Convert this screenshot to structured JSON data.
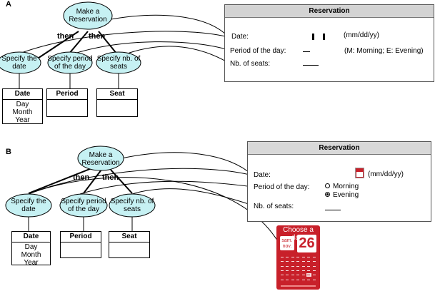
{
  "colors": {
    "ellipse_fill": "#c6f1f3",
    "panel_title_bg": "#d3d3d3",
    "calendar_red": "#c8202a"
  },
  "panelA": {
    "label": "A",
    "root": {
      "line1": "Make a",
      "line2": "Reservation"
    },
    "then_left": "then",
    "then_right": "then",
    "tasks": [
      {
        "line1": "Specify the",
        "line2": "date"
      },
      {
        "line1": "Specify period",
        "line2": "of the day"
      },
      {
        "line1": "Specify nb. of",
        "line2": "seats"
      }
    ],
    "boxes": [
      {
        "title": "Date",
        "items": [
          "Day",
          "Month",
          "Year"
        ]
      },
      {
        "title": "Period",
        "items": []
      },
      {
        "title": "Seat",
        "items": []
      }
    ],
    "form": {
      "title": "Reservation",
      "date_label": "Date:",
      "date_format": "(mm/dd/yy)",
      "period_label": "Period of the day:",
      "period_hint": "(M: Morning; E: Evening)",
      "seats_label": "Nb. of seats:"
    }
  },
  "panelB": {
    "label": "B",
    "root": {
      "line1": "Make a",
      "line2": "Reservation"
    },
    "then_left": "then",
    "then_right": "then",
    "tasks": [
      {
        "line1": "Specify the",
        "line2": "date"
      },
      {
        "line1": "Specify period",
        "line2": "of the day"
      },
      {
        "line1": "Specify nb. of",
        "line2": "seats"
      }
    ],
    "boxes": [
      {
        "title": "Date",
        "items": [
          "Day",
          "Month",
          "Year"
        ]
      },
      {
        "title": "Period",
        "items": []
      },
      {
        "title": "Seat",
        "items": []
      }
    ],
    "form": {
      "title": "Reservation",
      "date_label": "Date:",
      "date_format": "(mm/dd/yy)",
      "period_label": "Period of the day:",
      "option_morning": "Morning",
      "option_evening": "Evening",
      "selected_option": "Evening",
      "seats_label": "Nb. of seats:",
      "calendar_icon": "calendar-icon"
    },
    "calendar": {
      "heading": "Choose a date",
      "weekday": "sam.",
      "month": "nov.",
      "day": "26"
    }
  }
}
